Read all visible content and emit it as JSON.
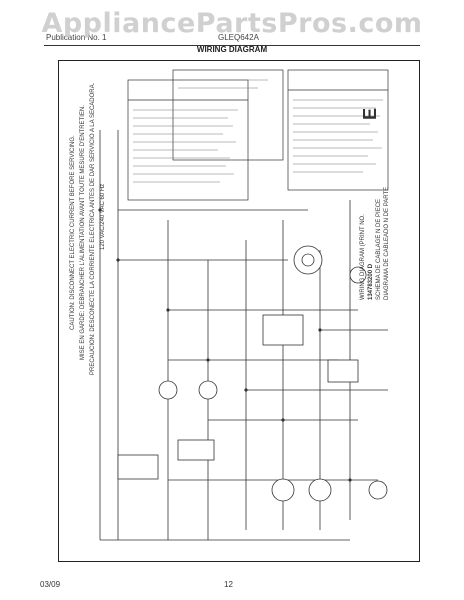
{
  "watermark": "AppliancePartsPros.com",
  "header": {
    "brand_model": "Publication No. 1",
    "part_number": "GLEQ642A",
    "subtitle": "WIRING DIAGRAM"
  },
  "caution": {
    "en": "CAUTION: DISCONNECT ELECTRIC CURRENT BEFORE SERVICING.",
    "fr": "MISE EN GARDE: DEBRANCHER L'ALIMENTATION AVANT TOUTE MESURE D'ENTRETIEN.",
    "es": "PRECAUCION: DESCONECTE LA CORRIENTE ELECTRICA ANTES DE DAR SERVICIO A LA SECADORA."
  },
  "supply": "120 VAC/240 VAC 60 Hz",
  "section_letter": "E",
  "diagram_caption": {
    "line1": "WIRING DIAGRAM (PRINT NO.",
    "line2": "134783200 D",
    "line3": "SCHEMA DE CABLAGE N DE PIECE",
    "line4": "DIAGRAMA DE CABLEADO N DE PARTE"
  },
  "footer": {
    "date": "03/09",
    "page": "12"
  }
}
